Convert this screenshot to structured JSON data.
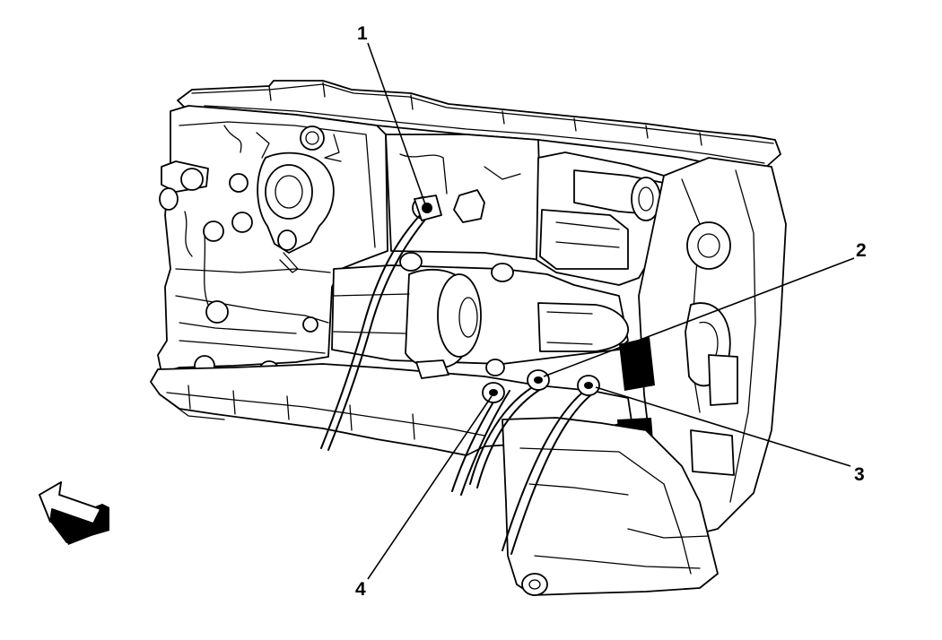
{
  "figure": {
    "subject": "engine-block-side-view",
    "view_arrow": "front-direction-arrow"
  },
  "callouts": [
    {
      "id": "1",
      "label": "1"
    },
    {
      "id": "2",
      "label": "2"
    },
    {
      "id": "3",
      "label": "3"
    },
    {
      "id": "4",
      "label": "4"
    }
  ],
  "colors": {
    "line": "#000000",
    "background": "#ffffff"
  }
}
